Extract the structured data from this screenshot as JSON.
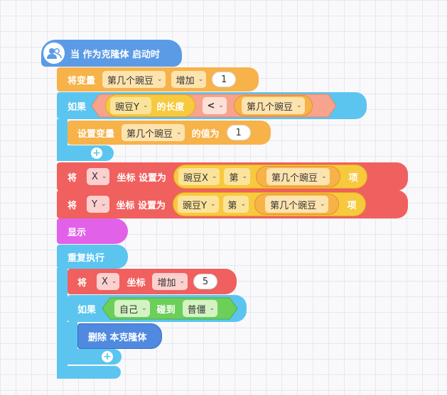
{
  "hat": {
    "label": "当 作为克隆体 启动时"
  },
  "change_var": {
    "label": "将变量",
    "var": "第几个豌豆",
    "op": "增加",
    "value": "1"
  },
  "if1": {
    "label": "如果",
    "reporter": "豌豆Y",
    "reporter_suffix": "的长度",
    "operator": "<",
    "compare_var": "第几个豌豆"
  },
  "set_var": {
    "label": "设置变量",
    "var": "第几个豌豆",
    "suffix": "的值为",
    "value": "1"
  },
  "set_x": {
    "label": "将",
    "axis": "X",
    "mid": "坐标 设置为",
    "list": "豌豆X",
    "nth": "第",
    "index_var": "第几个豌豆",
    "suffix": "项"
  },
  "set_y": {
    "label": "将",
    "axis": "Y",
    "mid": "坐标 设置为",
    "list": "豌豆Y",
    "nth": "第",
    "index_var": "第几个豌豆",
    "suffix": "项"
  },
  "show": {
    "label": "显示"
  },
  "forever": {
    "label": "重复执行"
  },
  "change_x": {
    "label": "将",
    "axis": "X",
    "mid": "坐标",
    "op": "增加",
    "value": "5"
  },
  "if2": {
    "label": "如果",
    "target": "自己",
    "mid": "碰到",
    "sprite": "普僵"
  },
  "delete": {
    "label": "删除 本克隆体"
  },
  "plus_symbol": "+",
  "chevron": "⌄",
  "colors": {
    "hat": "#5b9be6",
    "variable": "#f7b24a",
    "control": "#5bc5f0",
    "motion": "#f0605e",
    "looks": "#e261e9",
    "sensing": "#6ccf5a",
    "action": "#4f8ae0"
  }
}
